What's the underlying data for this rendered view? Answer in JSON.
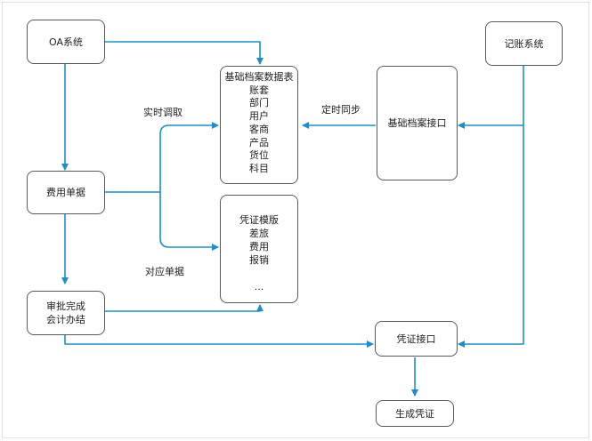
{
  "nodes": {
    "oa": {
      "lines": [
        "OA系统"
      ]
    },
    "jizhang": {
      "lines": [
        "记账系统"
      ]
    },
    "feiyong": {
      "lines": [
        "费用单据"
      ]
    },
    "shenpi": {
      "lines": [
        "审批完成",
        "会计办结"
      ]
    },
    "archive": {
      "lines": [
        "基础档案数据表",
        "账套",
        "部门",
        "用户",
        "客商",
        "产品",
        "货位",
        "科目"
      ]
    },
    "voucher_tpl": {
      "lines": [
        "凭证模版",
        "差旅",
        "费用",
        "报销",
        "",
        "..."
      ]
    },
    "archive_api": {
      "lines": [
        "基础档案接口"
      ]
    },
    "voucher_api": {
      "lines": [
        "凭证接口"
      ]
    },
    "gen": {
      "lines": [
        "生成凭证"
      ]
    }
  },
  "labels": {
    "realtime": "实时调取",
    "sync": "定时同步",
    "match": "对应单据"
  },
  "colors": {
    "arrow": "#1a8fd0",
    "border": "#5a5a5a"
  }
}
